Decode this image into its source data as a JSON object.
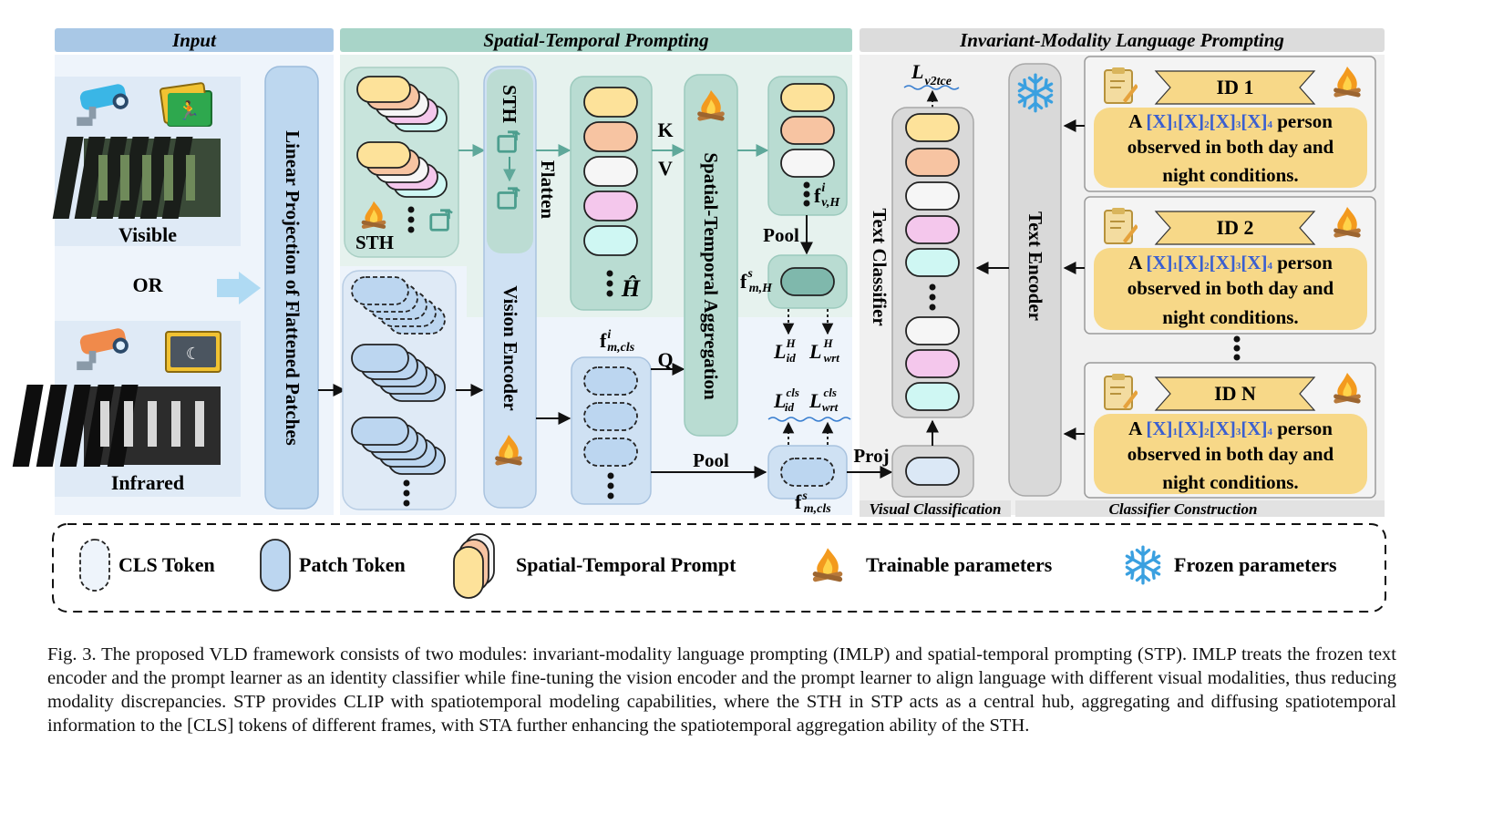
{
  "colors": {
    "input_header": "#a9c8e6",
    "stp_header": "#a8d4c8",
    "imlp_header": "#dcdcdc",
    "input_panel": "#eef4fb",
    "stp_panel_top": "#e6f2ee",
    "stp_panel_bottom": "#eef4fb",
    "imlp_panel": "#f0f0f0",
    "token_yellow": "#fde29a",
    "token_orange": "#f7c4a2",
    "token_white": "#f7f7f7",
    "token_pink": "#f4c7ec",
    "token_cyan": "#cff7f3",
    "token_blue": "#bcd6f0",
    "token_teal": "#7fb8ac",
    "prompt_text": "#3a5fd0",
    "id_banner": "#f7d888"
  },
  "icons": [
    "camera-icon",
    "photo-icon",
    "fire-icon",
    "snowflake-icon",
    "clipboard-icon",
    "folder-share-icon"
  ],
  "headers": {
    "input": "Input",
    "stp": "Spatial-Temporal Prompting",
    "imlp": "Invariant-Modality Language Prompting"
  },
  "input": {
    "visible": "Visible",
    "or": "OR",
    "infrared": "Infrared",
    "linear_projection": "Linear Projection of Flattened Patches"
  },
  "stp": {
    "sth": "STH",
    "sth_encoder": "STH",
    "vision_encoder": "Vision Encoder",
    "flatten": "Flatten",
    "h_hat": "Ĥ",
    "k": "K",
    "v": "V",
    "q": "Q",
    "aggregation": "Spatial-Temporal Aggregation",
    "pool_top": "Pool",
    "pool_bottom": "Pool",
    "proj": "Proj",
    "f": "f",
    "f_vH_sup": "i",
    "f_vH_sub": "v,H",
    "f_mH_sup": "s",
    "f_mH_sub": "m,H",
    "f_mcls_i_sup": "i",
    "f_mcls_i_sub": "m,cls",
    "f_mcls_s_sup": "s",
    "f_mcls_s_sub": "m,cls",
    "L": "L",
    "L_id_H_sup": "H",
    "L_id_H_sub": "id",
    "L_wrt_H_sup": "H",
    "L_wrt_H_sub": "wrt",
    "L_id_cls_sup": "cls",
    "L_id_cls_sub": "id",
    "L_wrt_cls_sup": "cls",
    "L_wrt_cls_sub": "wrt"
  },
  "imlp": {
    "loss_main": "L",
    "loss_sub": "v2tce",
    "text_classifier": "Text Classifier",
    "text_encoder": "Text Encoder",
    "visual_classification": "Visual Classification",
    "classifier_construction": "Classifier Construction",
    "prompt_a": "A",
    "prompt_token": "[X]",
    "prompt_idx": [
      "1",
      "2",
      "3",
      "4"
    ],
    "prompt_person": "person",
    "prompt_line2": "observed in both day and",
    "prompt_line3": "night conditions.",
    "ids": [
      "ID 1",
      "ID 2",
      "ID N"
    ]
  },
  "legend": {
    "cls_token": "CLS Token",
    "patch_token": "Patch Token",
    "st_prompt": "Spatial-Temporal Prompt",
    "trainable": "Trainable parameters",
    "frozen": "Frozen parameters"
  },
  "caption": "Fig. 3.  The proposed VLD framework consists of two modules: invariant-modality language prompting (IMLP) and spatial-temporal prompting (STP). IMLP treats the frozen text encoder and the prompt learner as an identity classifier while fine-tuning the vision encoder and the prompt learner to align language with different visual modalities, thus reducing modality discrepancies. STP provides CLIP with spatiotemporal modeling capabilities, where the STH in STP acts as a central hub, aggregating and diffusing spatiotemporal information to the [CLS] tokens of different frames, with STA further enhancing the spatiotemporal aggregation ability of the STH."
}
